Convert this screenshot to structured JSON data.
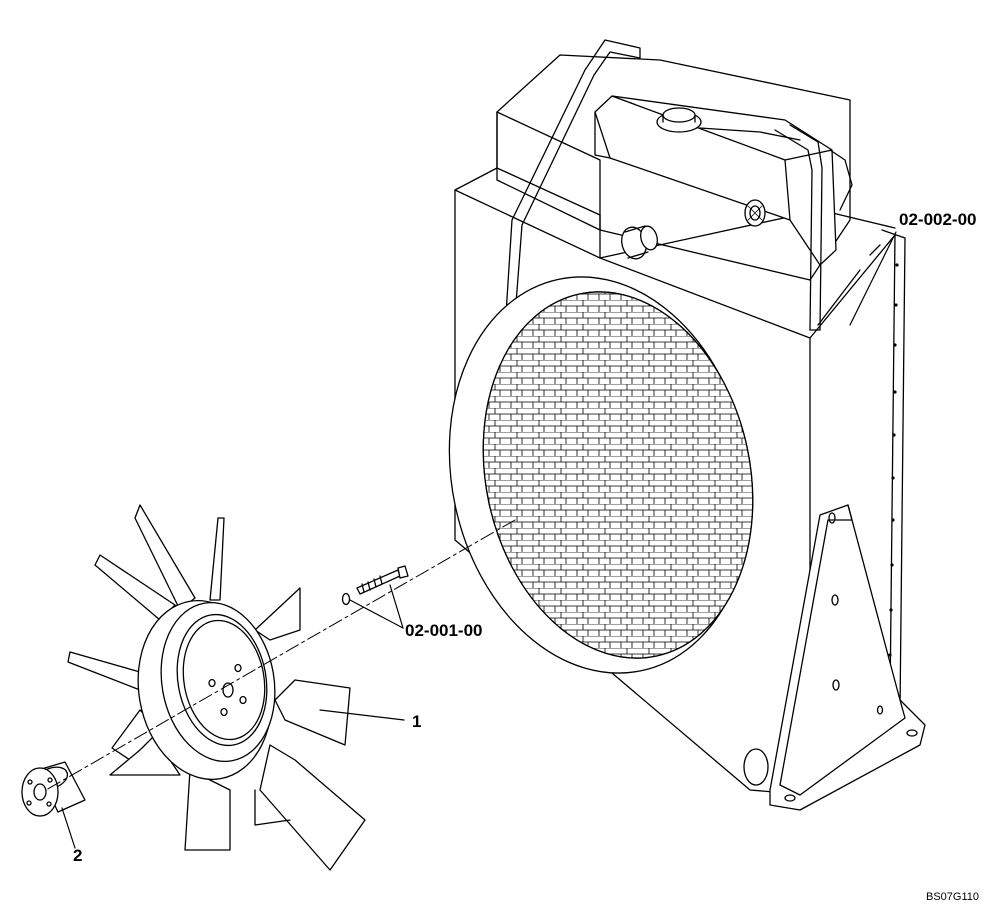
{
  "callouts": {
    "radiator": "02-002-00",
    "bolt_washer": "02-001-00",
    "fan": "1",
    "spacer": "2"
  },
  "figure_id": "BS07G110",
  "colors": {
    "line": "#000000",
    "background": "#ffffff"
  }
}
